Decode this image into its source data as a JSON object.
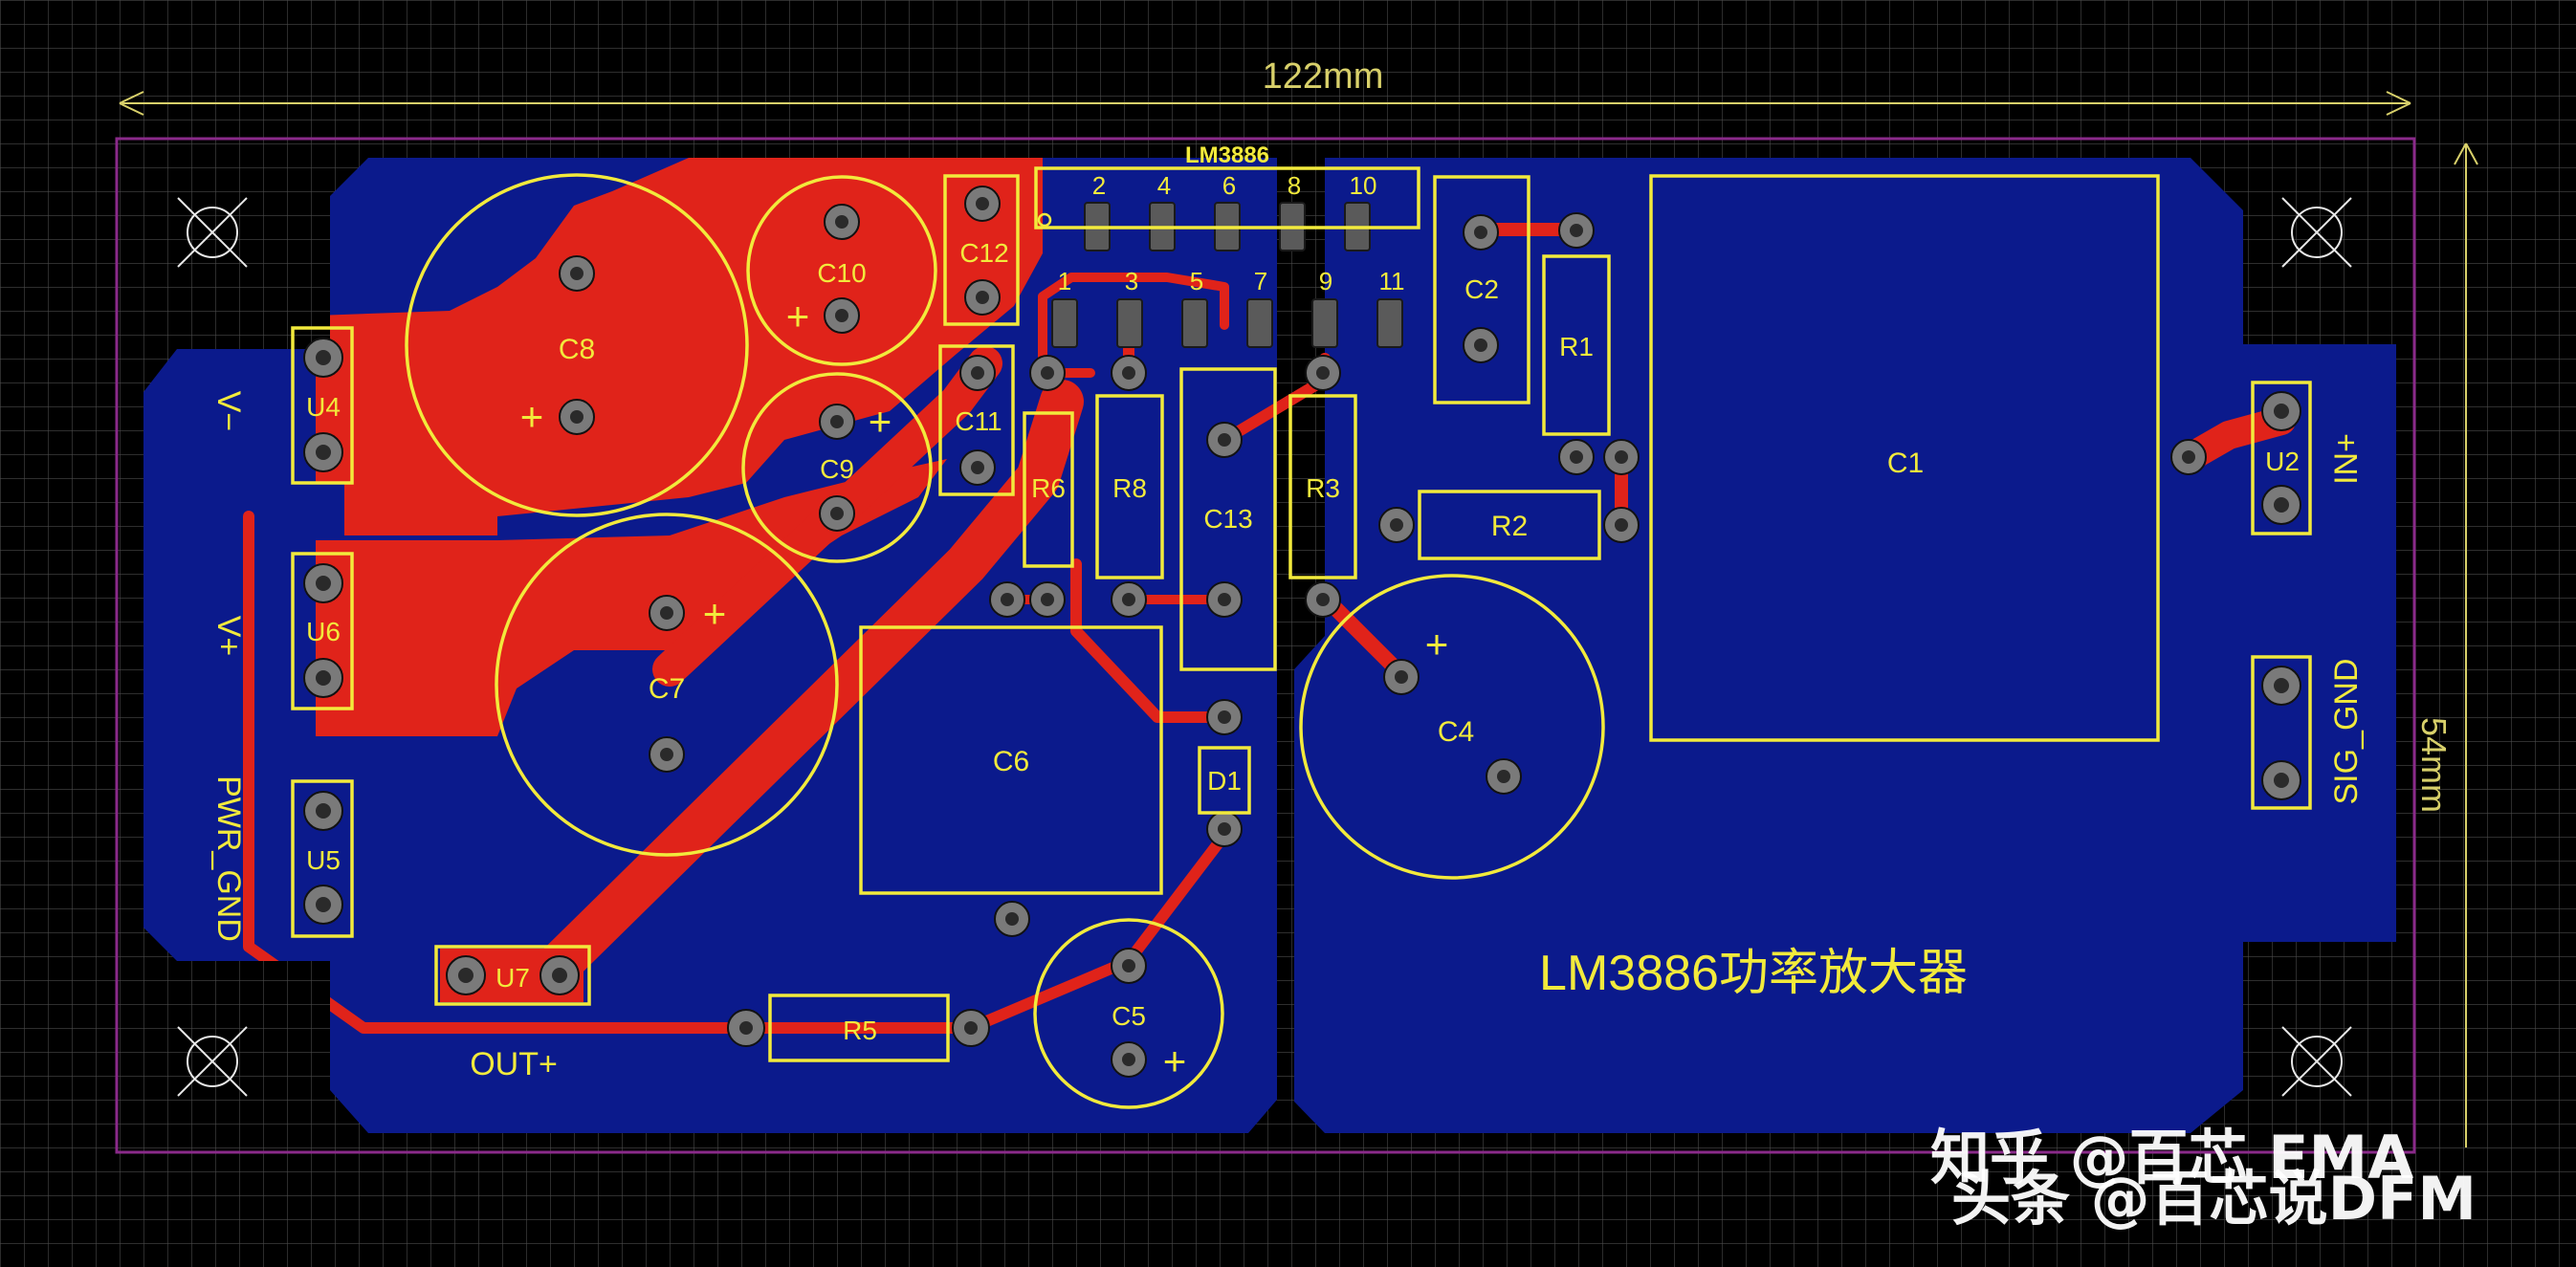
{
  "board": {
    "width_label": "122mm",
    "height_label": "54mm",
    "title": "LM3886功率放大器",
    "ic_label": "LM3886"
  },
  "ic_pins_top": [
    "2",
    "4",
    "6",
    "8",
    "10"
  ],
  "ic_pins_bottom": [
    "1",
    "3",
    "5",
    "7",
    "9",
    "11"
  ],
  "components": {
    "C1": "C1",
    "C2": "C2",
    "C4": "C4",
    "C5": "C5",
    "C6": "C6",
    "C7": "C7",
    "C8": "C8",
    "C9": "C9",
    "C10": "C10",
    "C11": "C11",
    "C12": "C12",
    "C13": "C13",
    "R1": "R1",
    "R2": "R2",
    "R3": "R3",
    "R5": "R5",
    "R6": "R6",
    "R8": "R8",
    "D1": "D1",
    "U2": "U2",
    "U4": "U4",
    "U5": "U5",
    "U6": "U6",
    "U7": "U7"
  },
  "connector_labels": {
    "v_minus": "V−",
    "v_plus": "V+",
    "pwr_gnd": "PWR_GND",
    "out_plus": "OUT+",
    "in_plus": "IN+",
    "sig_gnd": "SIG_GND"
  },
  "polarity_mark": "+",
  "watermark": {
    "line1": "知乎 @百芯 EMA",
    "line2": "头条 @百芯说DFM"
  },
  "colors": {
    "background": "#000000",
    "copper_pour": "#0b1a8c",
    "top_trace": "#e0231a",
    "silkscreen": "#f2ea3c",
    "outline": "#8a2a8a"
  }
}
